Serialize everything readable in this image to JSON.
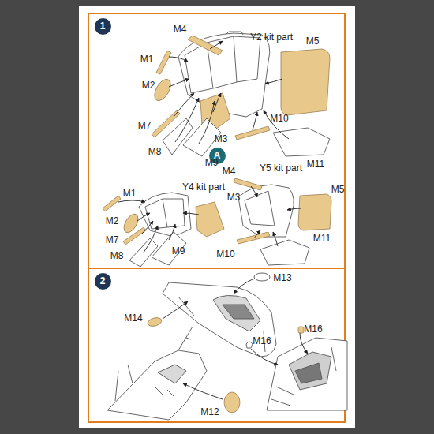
{
  "diagram": {
    "nodes": [
      {
        "text": [
          "1"
        ]
      },
      {
        "text": [
          "A"
        ]
      },
      {
        "text": [
          "2"
        ]
      }
    ],
    "labels": [
      "M4",
      "Y2 kit part",
      "M1",
      "M5",
      "M2",
      "M10",
      "M7",
      "M3",
      "M11",
      "M8",
      "M9",
      "M1",
      "Y4 kit part",
      "Y5 kit part",
      "M4",
      "M5",
      "M3",
      "M2",
      "M7",
      "M10",
      "M8",
      "M9",
      "M11",
      "M13",
      "M14",
      "M16",
      "M16",
      "M12"
    ]
  }
}
